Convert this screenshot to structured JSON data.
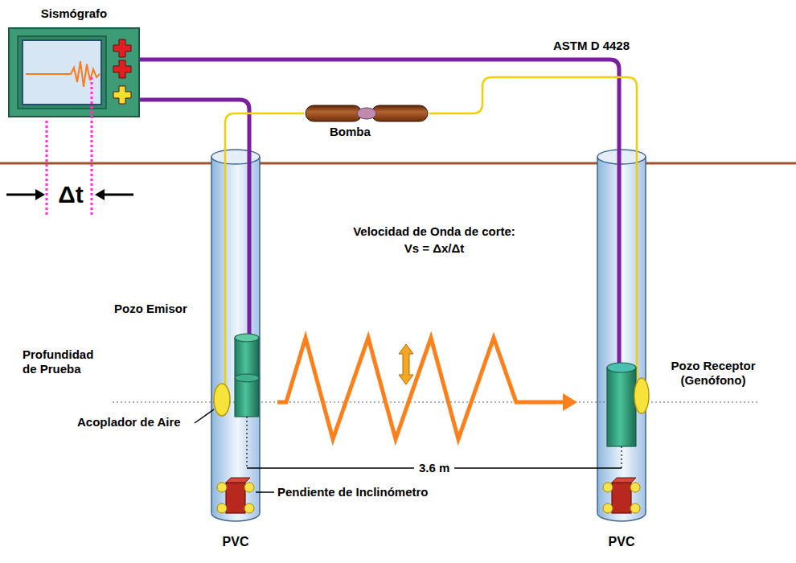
{
  "diagram": {
    "nodes": [
      {
        "text": [
          "Sismógrafo"
        ]
      },
      {
        "text": [
          "Bomba"
        ]
      },
      {
        "text": [
          "PVC"
        ]
      },
      {
        "text": [
          "PVC"
        ]
      }
    ],
    "edges": [
      {
        "from": 0,
        "to": 3,
        "arrow": "none"
      },
      {
        "from": 0,
        "to": 2,
        "arrow": "none"
      },
      {
        "from": 1,
        "to": 2,
        "arrow": "none"
      },
      {
        "from": 1,
        "to": 3,
        "arrow": "none"
      }
    ],
    "labels": [
      "ASTM D 4428",
      "Δt",
      "Velocidad de Onda de corte:",
      "Vs = Δx/Δt",
      "Pozo Emisor",
      "Pozo Receptor (Genófono)",
      "Profundidad de Prueba",
      "Acoplador de Aire",
      "3.6 m",
      "Pendiente de Inclinómetro"
    ]
  }
}
